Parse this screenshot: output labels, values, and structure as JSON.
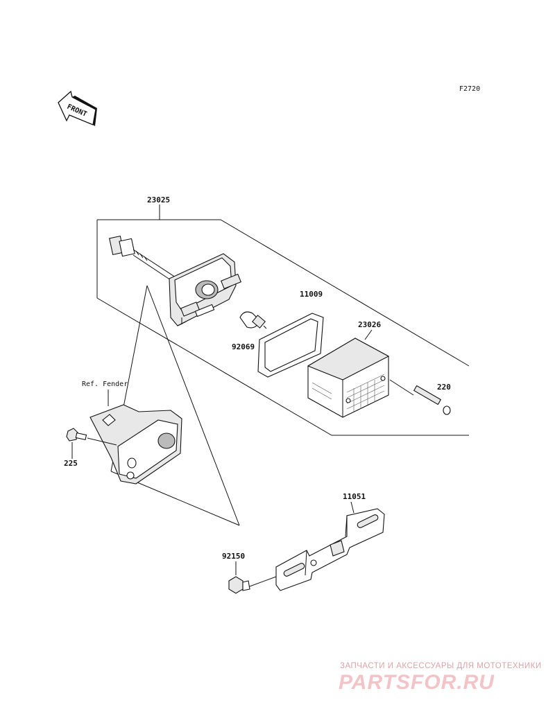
{
  "diagram": {
    "code": "F2720",
    "front_label": "FRONT",
    "ref_label": "Ref. Fender",
    "parts": {
      "p23025": "23025",
      "p11009": "11009",
      "p23026": "23026",
      "p92069": "92069",
      "p220": "220",
      "p225": "225",
      "p11051": "11051",
      "p92150": "92150"
    }
  },
  "watermark": {
    "tagline": "ЗАПЧАСТИ И АКСЕССУАРЫ ДЛЯ МОТОТЕХНИКИ",
    "logo": "PARTSFOR.RU"
  }
}
